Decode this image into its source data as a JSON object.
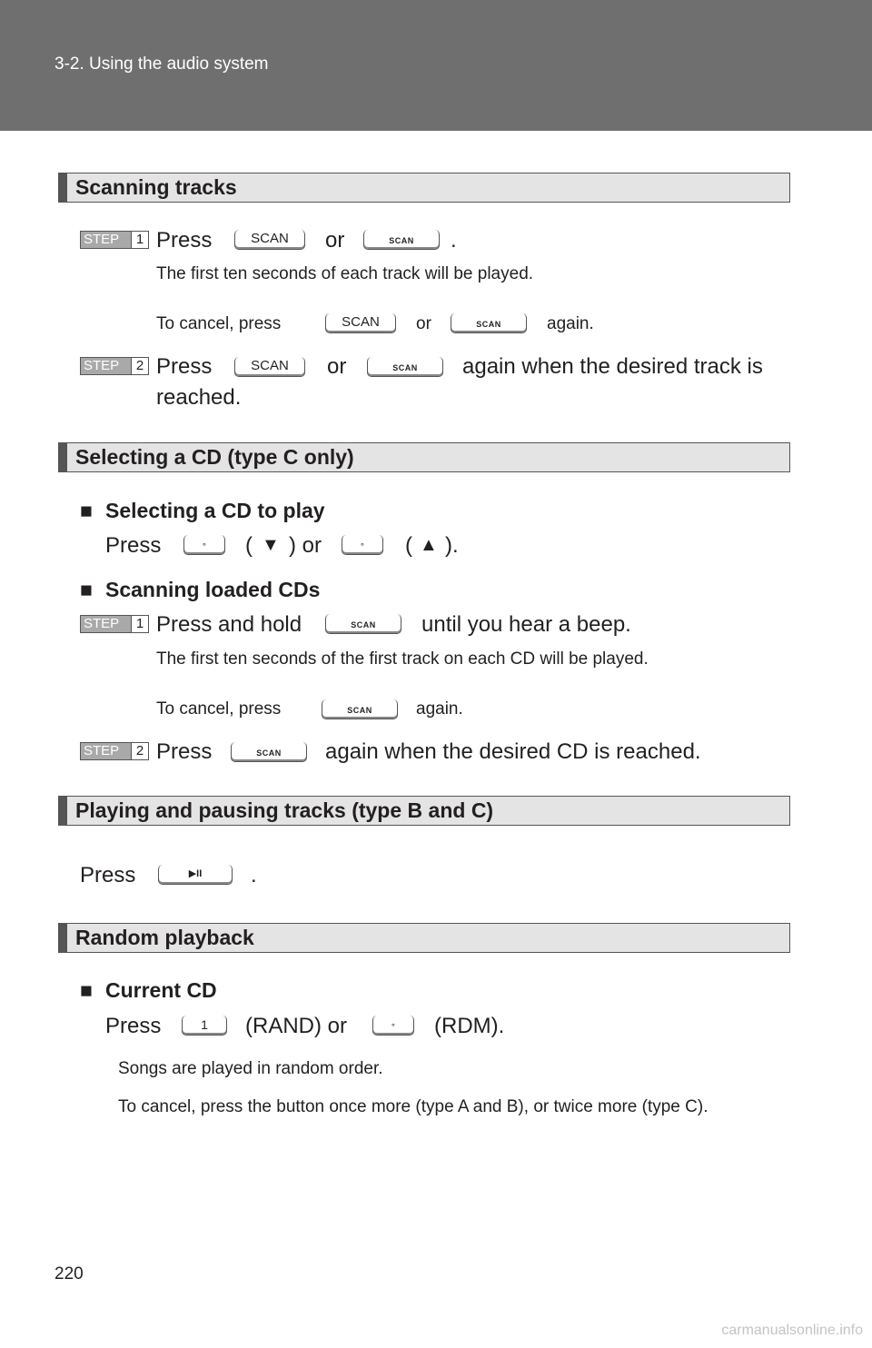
{
  "header": {
    "breadcrumb": "3-2. Using the audio system"
  },
  "page_number": "220",
  "watermark": "carmanualsonline.info",
  "common": {
    "step_label": "STEP",
    "scan_text": "SCAN",
    "play_pause_symbol": "▶II",
    "dot_symbol": "∘",
    "triangle_down": "▼",
    "triangle_up": "▲",
    "bullet": "■",
    "press": "Press",
    "or": "or",
    "period": ".",
    "again": "again."
  },
  "sections": {
    "scanning_tracks": {
      "title": "Scanning tracks",
      "step1_number": "1",
      "step1_note": "The first ten seconds of each track will be played.",
      "cancel_prefix": "To cancel, press",
      "step2_number": "2",
      "step2_tail": "again when the desired track is",
      "step2_cont": "reached."
    },
    "selecting_cd": {
      "title": "Selecting a CD (type C only)",
      "sub1": "Selecting a CD to play",
      "paren_open": "(",
      "close_or": ") or",
      "close_end": ").",
      "sub2": "Scanning loaded CDs",
      "step1_number": "1",
      "step1_prefix": "Press and hold",
      "step1_tail": "until you hear a beep.",
      "step1_note": "The first ten seconds of the first track on each CD will be played.",
      "cancel_prefix": "To cancel, press",
      "step2_number": "2",
      "step2_tail": "again when the desired CD is reached."
    },
    "playing_pausing": {
      "title": "Playing and pausing tracks (type B and C)"
    },
    "random_playback": {
      "title": "Random playback",
      "sub1": "Current CD",
      "button_1": "1",
      "rand_or": "(RAND) or",
      "rdm": "(RDM).",
      "note1": "Songs are played in random order.",
      "note2": "To cancel, press the button once more (type A and B), or twice more (type C)."
    }
  }
}
